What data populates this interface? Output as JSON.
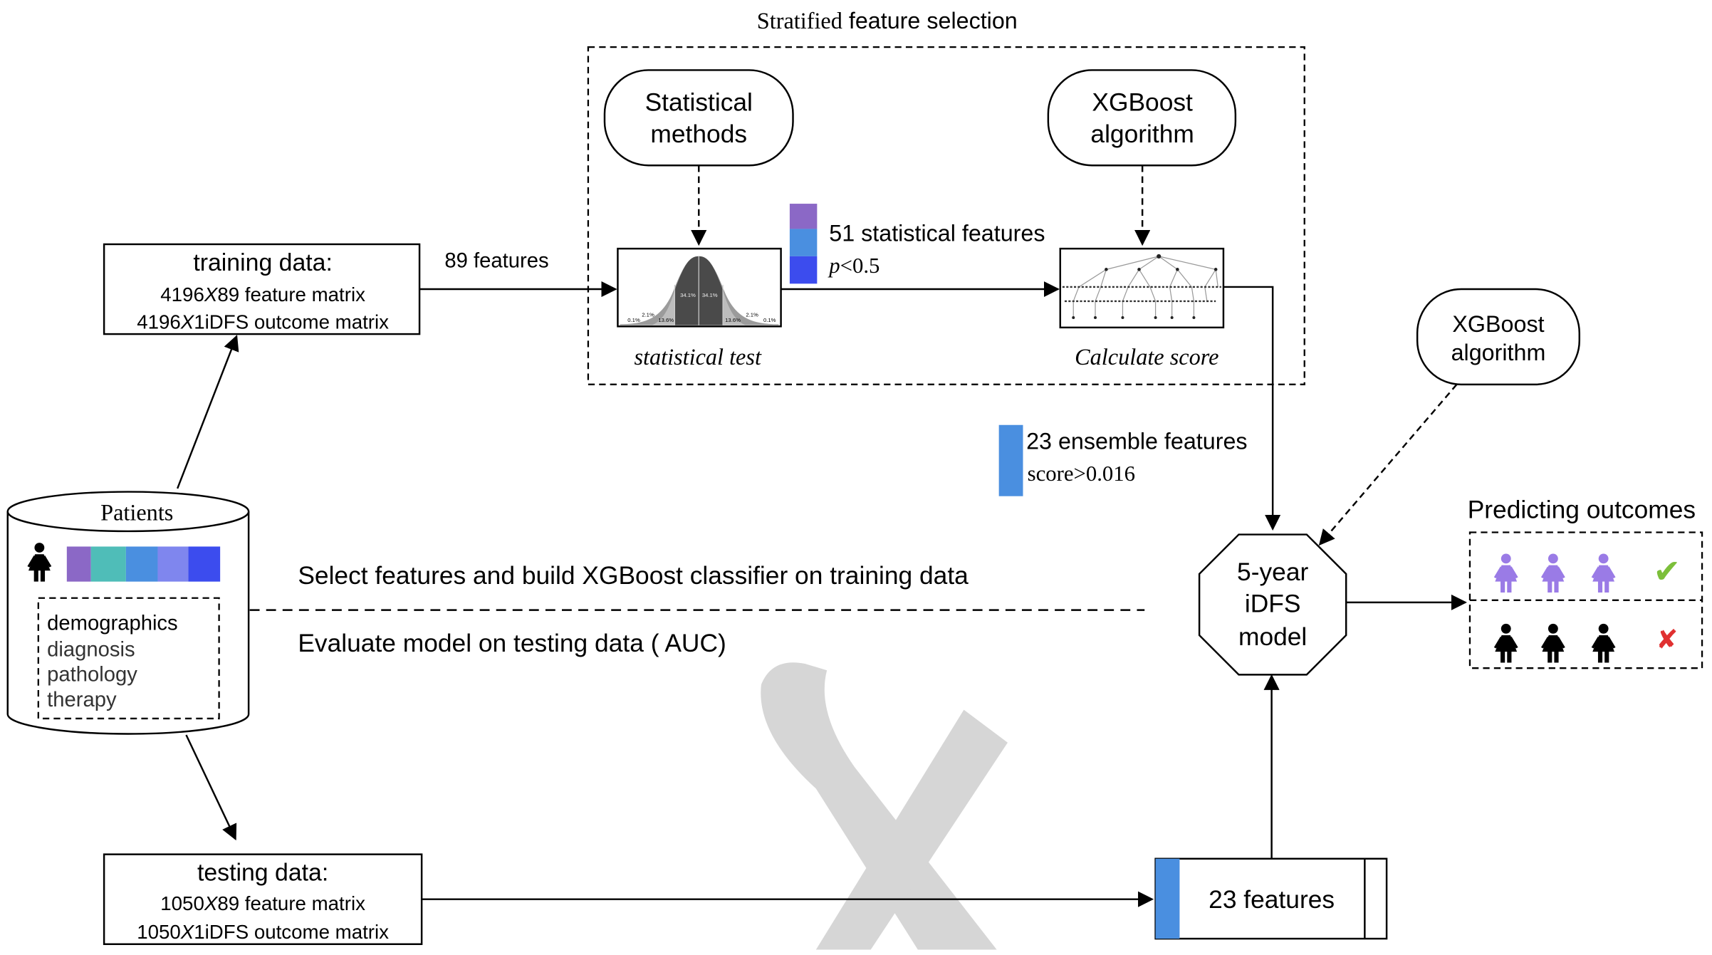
{
  "stratified_selection": {
    "title_serif": "Stratified",
    "title_sans": " feature selection"
  },
  "statistical_methods": {
    "line1": "Statistical",
    "line2": "methods"
  },
  "xgboost_top": {
    "line1": "XGBoost",
    "line2": "algorithm"
  },
  "xgboost_right": {
    "line1": "XGBoost",
    "line2": "algorithm"
  },
  "stat_test_caption": "statistical test",
  "calc_score_caption": "Calculate score",
  "normal_curve_labels": [
    "0.1%",
    "2.1%",
    "13.6%",
    "34.1%",
    "34.1%",
    "13.6%",
    "2.1%",
    "0.1%"
  ],
  "stat_features": {
    "label": "51 statistical features",
    "p_italic": "p",
    "p_rest": "<0.5"
  },
  "ensemble_features": {
    "label": "23 ensemble features",
    "score": "score>0.016"
  },
  "training": {
    "title": "training data:",
    "line1_a": "4196",
    "line1_x": "X",
    "line1_b": "89 feature matrix",
    "line2_a": "4196",
    "line2_x": "X",
    "line2_b": "1iDFS outcome matrix"
  },
  "testing": {
    "title": "testing data:",
    "line1_a": "1050",
    "line1_x": "X",
    "line1_b": "89 feature matrix",
    "line2_a": "1050",
    "line2_x": "X",
    "line2_b": "1iDFS outcome matrix"
  },
  "features_89": "89 features",
  "patients": {
    "title": "Patients",
    "categories": [
      "demographics",
      "diagnosis",
      "pathology",
      "therapy"
    ],
    "color_bars": [
      "#8b68c6",
      "#4fbdb8",
      "#4a8fe0",
      "#7f86ee",
      "#3c4cee"
    ]
  },
  "phase_train": "Select features and build XGBoost classifier on training data",
  "phase_test": "Evaluate model on testing data ( AUC)",
  "model": {
    "line1": "5-year",
    "line2": "iDFS",
    "line3": "model"
  },
  "features_23": "23 features",
  "predicting": {
    "title": "Predicting outcomes",
    "positive_mark": "✔",
    "negative_mark": "✘"
  },
  "colors": {
    "purple": "#8b68c6",
    "light_blue": "#4a8fe0",
    "dark_blue": "#3c4cee",
    "person_purple": "#9a7be6",
    "check_green": "#7cbf3a",
    "cross_red": "#e03030",
    "watermark": "#d6d6d6"
  }
}
